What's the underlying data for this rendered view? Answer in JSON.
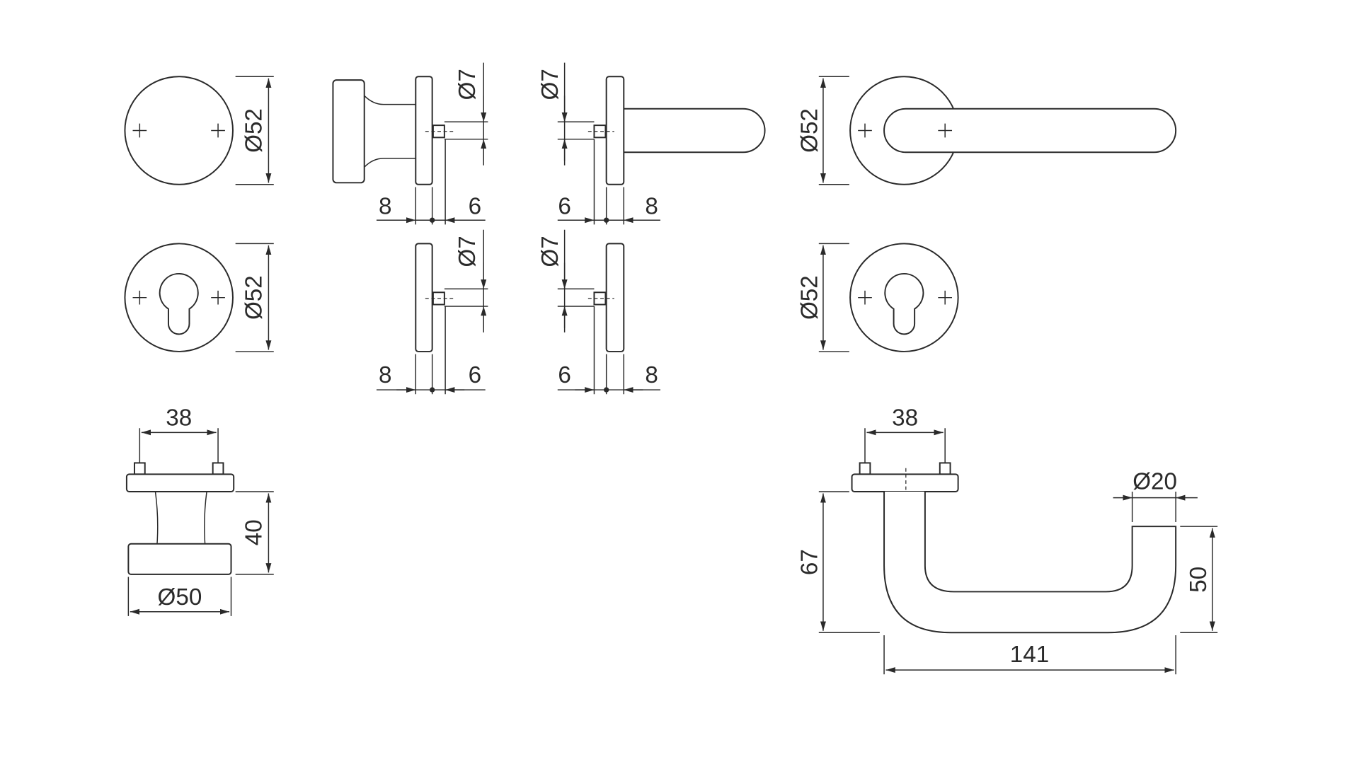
{
  "dimensions": {
    "rosette_diameter": "Ø52",
    "spindle_diameter": "Ø7",
    "rosette_thickness": "8",
    "spindle_offset": "6",
    "screw_spacing": "38",
    "knob_height": "40",
    "knob_diameter": "Ø50",
    "lever_diameter": "Ø20",
    "lever_height": "67",
    "lever_end_height": "50",
    "lever_length": "141"
  },
  "colors": {
    "line": "#2a2a2a",
    "background": "#ffffff"
  }
}
